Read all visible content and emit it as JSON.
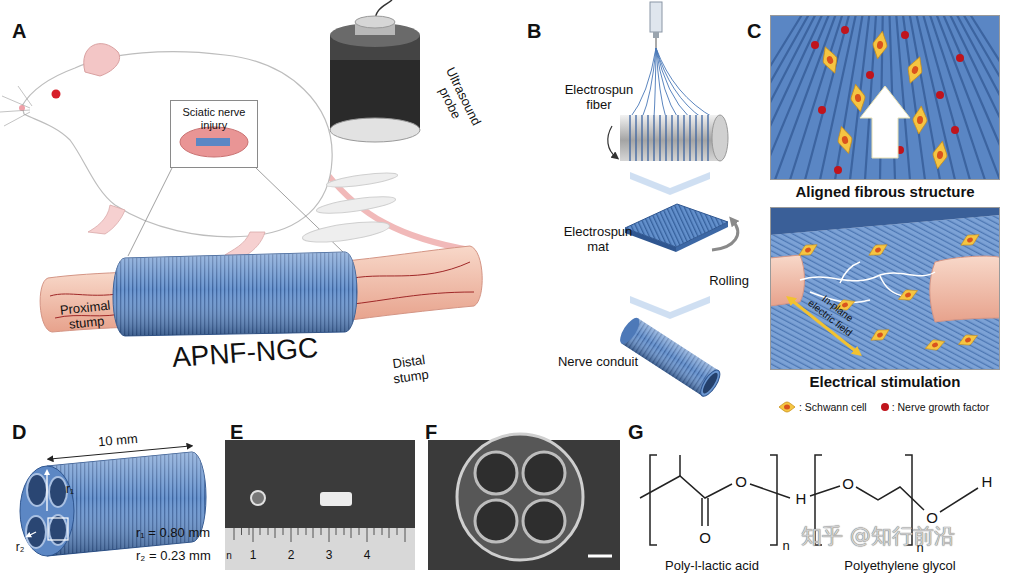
{
  "diagram": {
    "nodes": [
      {
        "text": [
          "Sciatic nerve injury"
        ]
      },
      {
        "text": [
          "Aligned fibrous structure"
        ]
      },
      {
        "text": [
          "Electrical stimulation"
        ]
      }
    ],
    "labels": [
      "A",
      "Ultrasound probe",
      "Proximal stump",
      "APNF-NGC",
      "Distal stump",
      "B",
      "Electrospun fiber",
      "Electrospun mat",
      "Rolling",
      "Nerve conduit",
      "C",
      "In-plane electric field",
      "D",
      "10 mm",
      "r₁",
      "r₂",
      "r₁ = 0.80 mm",
      "r₂ = 0.23 mm",
      "E",
      "n",
      "1",
      "2",
      "3",
      "4",
      "F",
      "G",
      "O",
      "O",
      "n",
      "H",
      "O",
      "n",
      "O",
      "H",
      "Poly-l-lactic acid",
      "Polyethylene glycol",
      "知乎 @知行前沿"
    ],
    "legend": [
      {
        "text": ": Schwann cell"
      },
      {
        "text": ": Nerve growth factor",
        "color": "#c0141c"
      }
    ]
  }
}
